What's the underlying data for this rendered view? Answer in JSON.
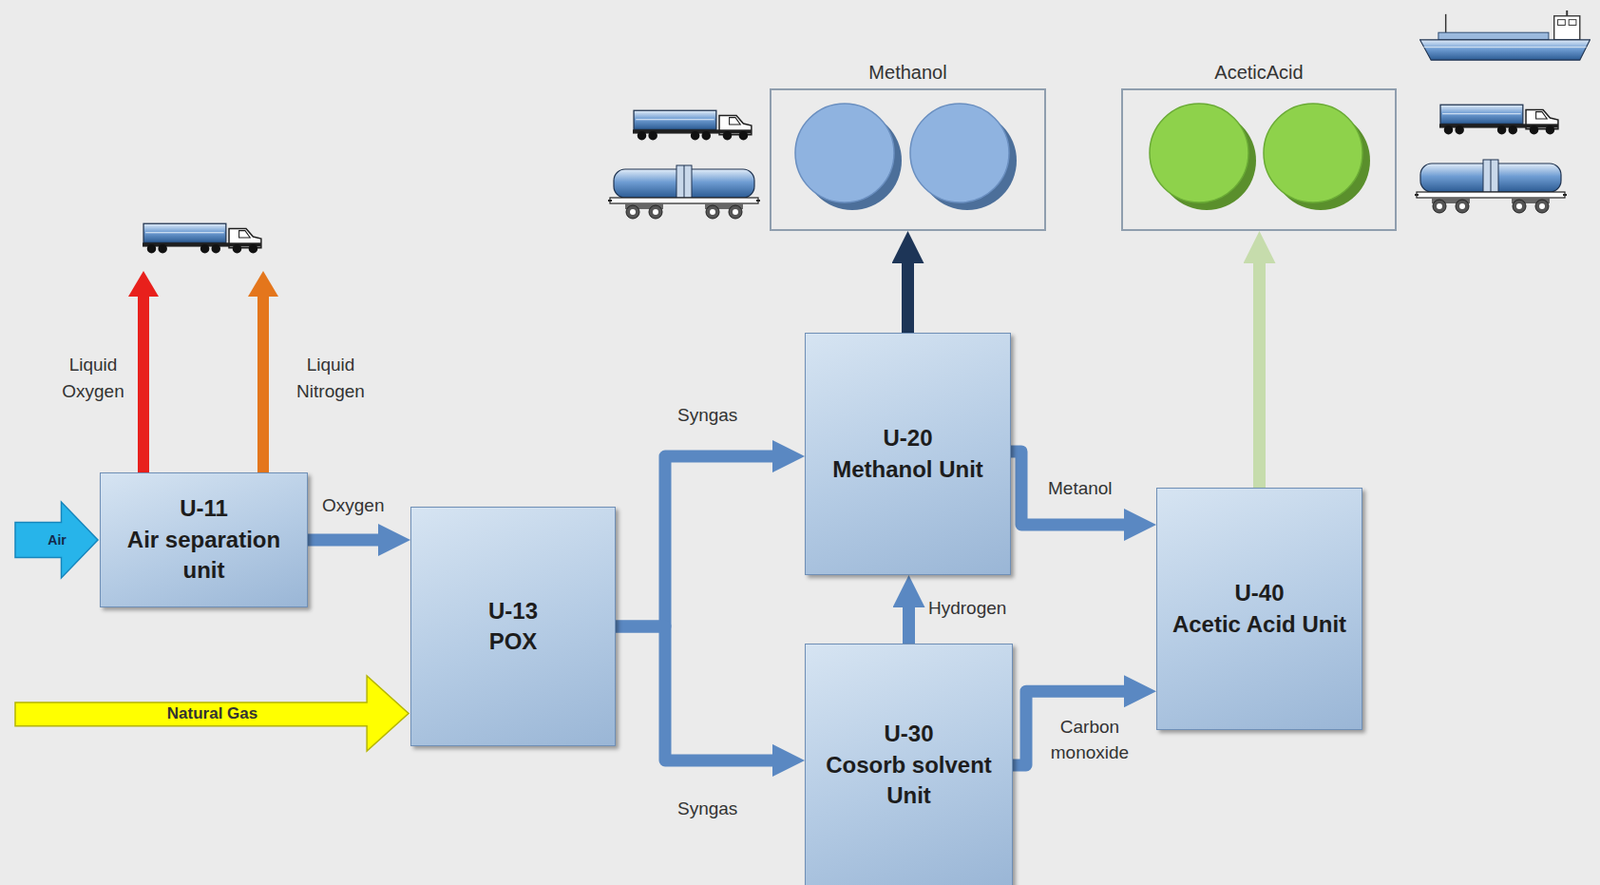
{
  "diagram": {
    "nodes": [
      {
        "text": [
          "Methanol"
        ]
      },
      {
        "text": [
          "AceticAcid"
        ]
      },
      {
        "text": [
          "Air"
        ]
      },
      {
        "text": [
          "U-11",
          "Air separation unit"
        ]
      },
      {
        "text": [
          "U-20",
          "Methanol Unit"
        ]
      },
      {
        "text": [
          "U-13",
          "POX"
        ]
      },
      {
        "text": [
          "U-40",
          "Acetic Acid Unit"
        ]
      },
      {
        "text": [
          "Natural Gas"
        ]
      },
      {
        "text": [
          "U-30",
          "Cosorb solvent Unit"
        ]
      }
    ],
    "edges": [
      {
        "from": 3,
        "to": 5,
        "label": "Oxygen",
        "arrow": "to"
      },
      {
        "from": 5,
        "to": 4,
        "label": "Syngas",
        "arrow": "to"
      },
      {
        "from": 5,
        "to": 8,
        "label": "Syngas",
        "arrow": "to"
      },
      {
        "from": 4,
        "to": 0,
        "arrow": "to"
      },
      {
        "from": 4,
        "to": 6,
        "label": "Metanol",
        "arrow": "to"
      },
      {
        "from": 8,
        "to": 4,
        "label": "Hydrogen",
        "arrow": "to"
      },
      {
        "from": 8,
        "to": 6,
        "label": "Carbon monoxide",
        "arrow": "to"
      },
      {
        "from": 6,
        "to": 1,
        "arrow": "to"
      }
    ],
    "labels": [
      "Liquid Oxygen",
      "Liquid Nitrogen"
    ]
  }
}
